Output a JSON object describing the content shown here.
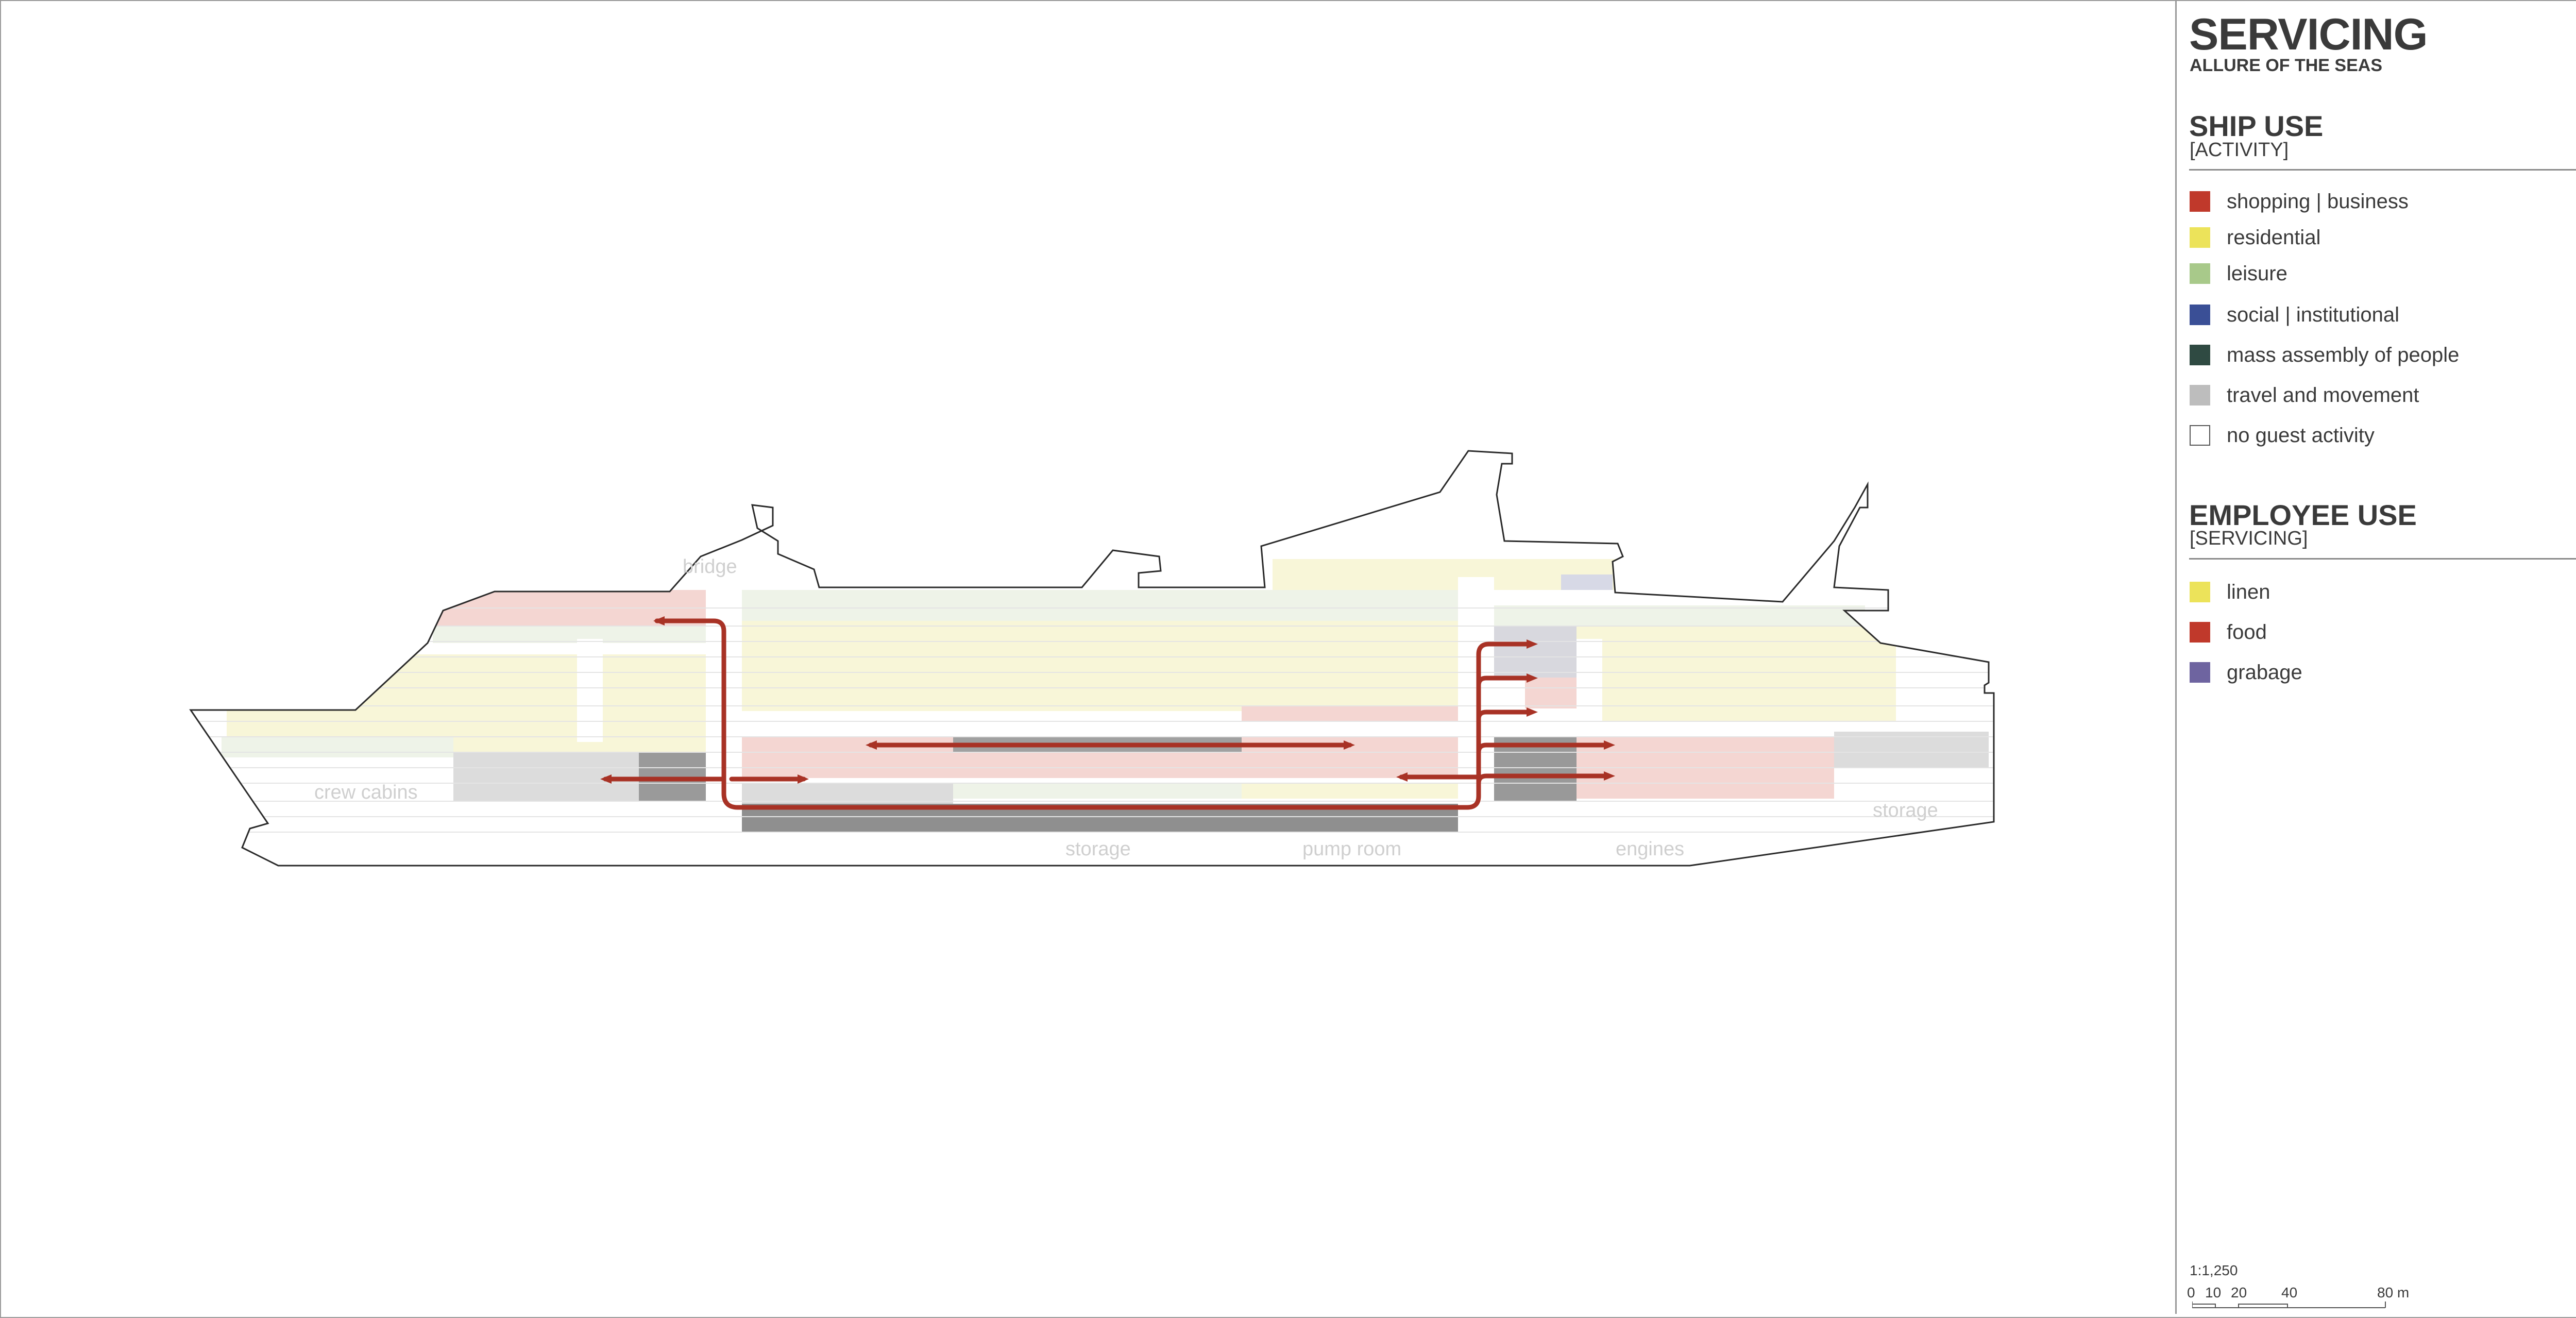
{
  "header": {
    "title": "SERVICING",
    "subtitle": "ALLURE OF THE SEAS"
  },
  "ship_use": {
    "heading": "SHIP USE",
    "subheading": "[ACTIVITY]",
    "items": [
      {
        "label": "shopping | business",
        "color": "#c0392b"
      },
      {
        "label": "residential",
        "color": "#ece35a"
      },
      {
        "label": "leisure",
        "color": "#a8c98a"
      },
      {
        "label": "social | institutional",
        "color": "#3a4f96"
      },
      {
        "label": "mass assembly of people",
        "color": "#2f4a42"
      },
      {
        "label": "travel and movement",
        "color": "#bdbdbd"
      },
      {
        "label": "no guest activity",
        "color": "#ffffff"
      }
    ]
  },
  "employee_use": {
    "heading": "EMPLOYEE USE",
    "subheading": "[SERVICING]",
    "items": [
      {
        "label": "linen",
        "color": "#ece35a"
      },
      {
        "label": "food",
        "color": "#c0392b"
      },
      {
        "label": "grabage",
        "color": "#6e64a0"
      }
    ]
  },
  "diagram_labels": {
    "bridge": "bridge",
    "crew_cabins": "crew cabins",
    "storage_mid": "storage",
    "pump_room": "pump room",
    "engines": "engines",
    "storage_stern": "storage"
  },
  "scale": {
    "ratio": "1:1,250",
    "ticks": [
      "0",
      "10",
      "20",
      "40",
      "80 m"
    ]
  },
  "colors": {
    "food_route": "#a83225",
    "outline": "#2a2a2a",
    "label_gray": "#cfcfcf"
  }
}
